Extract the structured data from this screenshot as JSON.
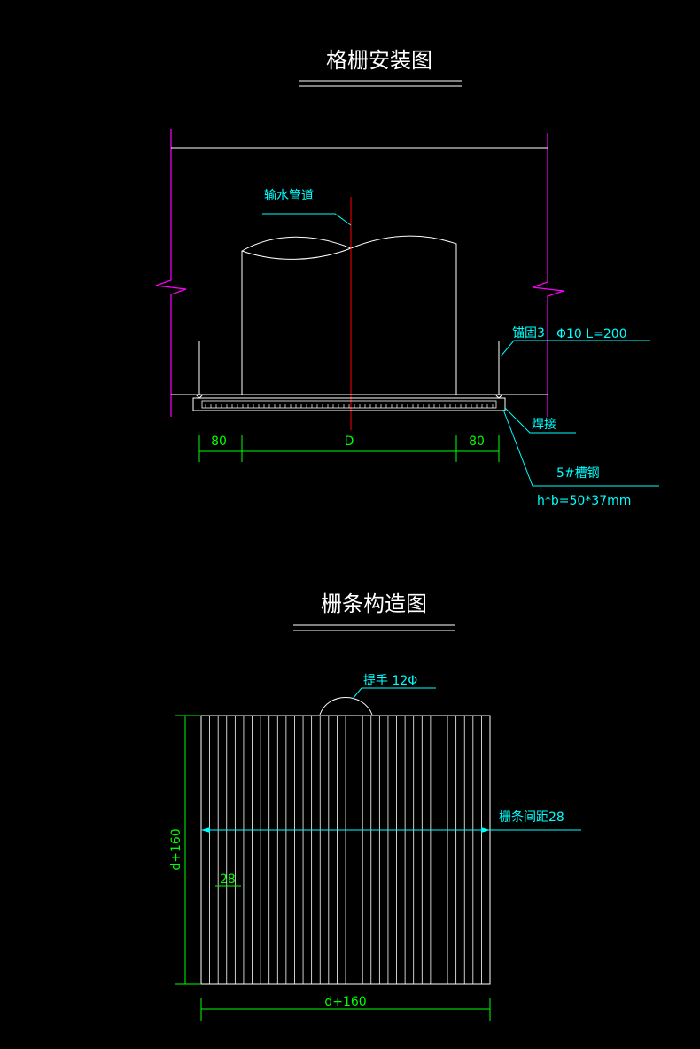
{
  "drawing1": {
    "title": "格栅安装图",
    "label_pipe": "输水管道",
    "label_anchor": "锚固3",
    "label_anchor_spec": "Φ10 L=200",
    "label_weld": "焊接",
    "label_channel": "5#槽钢",
    "label_channel_dim": "h*b=50*37mm",
    "dim_left": "80",
    "dim_center": "D",
    "dim_right": "80"
  },
  "drawing2": {
    "title": "栅条构造图",
    "label_handle": "提手 12Φ",
    "label_spacing": "栅条间距28",
    "dim_spacing": "28",
    "dim_height": "d+160",
    "dim_width": "d+160",
    "bar_count": 34
  },
  "colors": {
    "background": "#000000",
    "line": "#ffffff",
    "dimension": "#00ff00",
    "leader": "#00ffff",
    "boundary": "#ff00ff",
    "centerline": "#ff0000"
  }
}
